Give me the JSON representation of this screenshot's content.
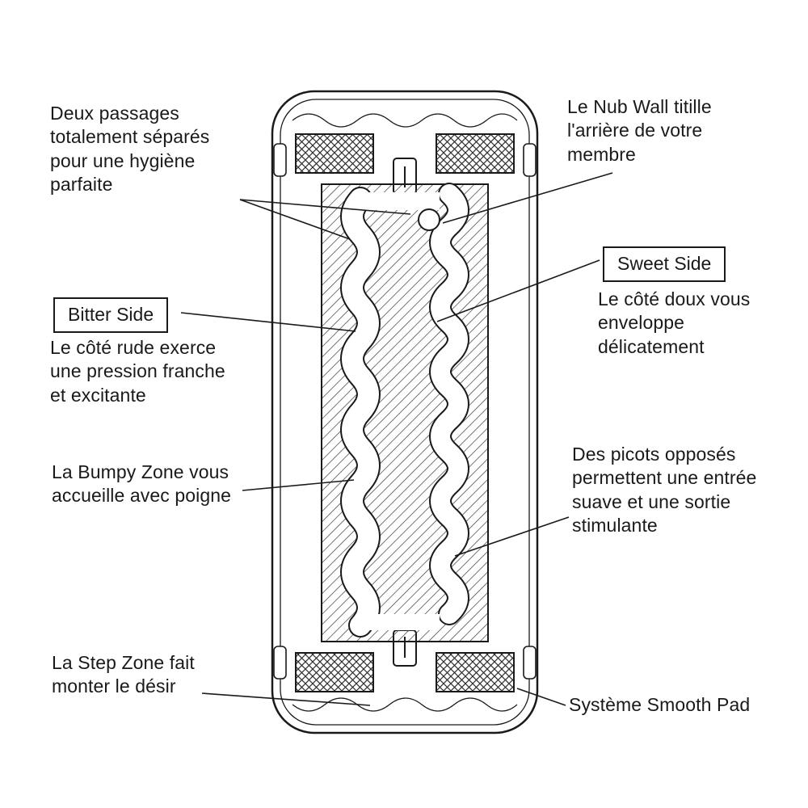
{
  "colors": {
    "ink": "#1a1a1a",
    "background": "#ffffff"
  },
  "labels": {
    "dual_passages": {
      "text": "Deux passages totalement séparés pour une hygiène parfaite"
    },
    "nub_wall": {
      "text": "Le Nub Wall titille l'arrière de votre membre"
    },
    "sweet_side": {
      "box": "Sweet Side",
      "text": "Le côté doux vous enveloppe délicatement"
    },
    "bitter_side": {
      "box": "Bitter Side",
      "text": "Le côté rude exerce une pression franche et excitante"
    },
    "bumpy_zone": {
      "text": "La Bumpy Zone vous accueille avec poigne"
    },
    "opposed_nubs": {
      "text": "Des picots opposés permettent une entrée suave et une sortie stimulante"
    },
    "step_zone": {
      "text": "La Step Zone fait monter le désir"
    },
    "smooth_pad": {
      "text": "Système Smooth Pad"
    }
  }
}
